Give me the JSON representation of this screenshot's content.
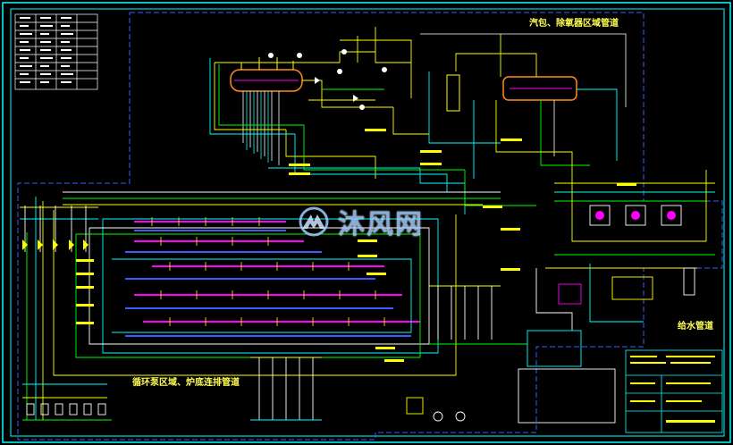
{
  "drawing": {
    "title_steam_drum": "汽包、除氧器区域管道",
    "title_circulation": "循环泵区域、炉底连排管道",
    "title_feedwater": "给水管道"
  },
  "watermark": {
    "brand": "沐风网"
  },
  "colors": {
    "background": "#000000",
    "border": "#00ffff",
    "pipe_yellow": "#ffff00",
    "pipe_cyan": "#00ffff",
    "pipe_green": "#00ff00",
    "pipe_magenta": "#ff00ff",
    "pipe_blue": "#3c5cff",
    "pipe_white": "#ffffff",
    "pipe_orange": "#ff8c1a"
  }
}
